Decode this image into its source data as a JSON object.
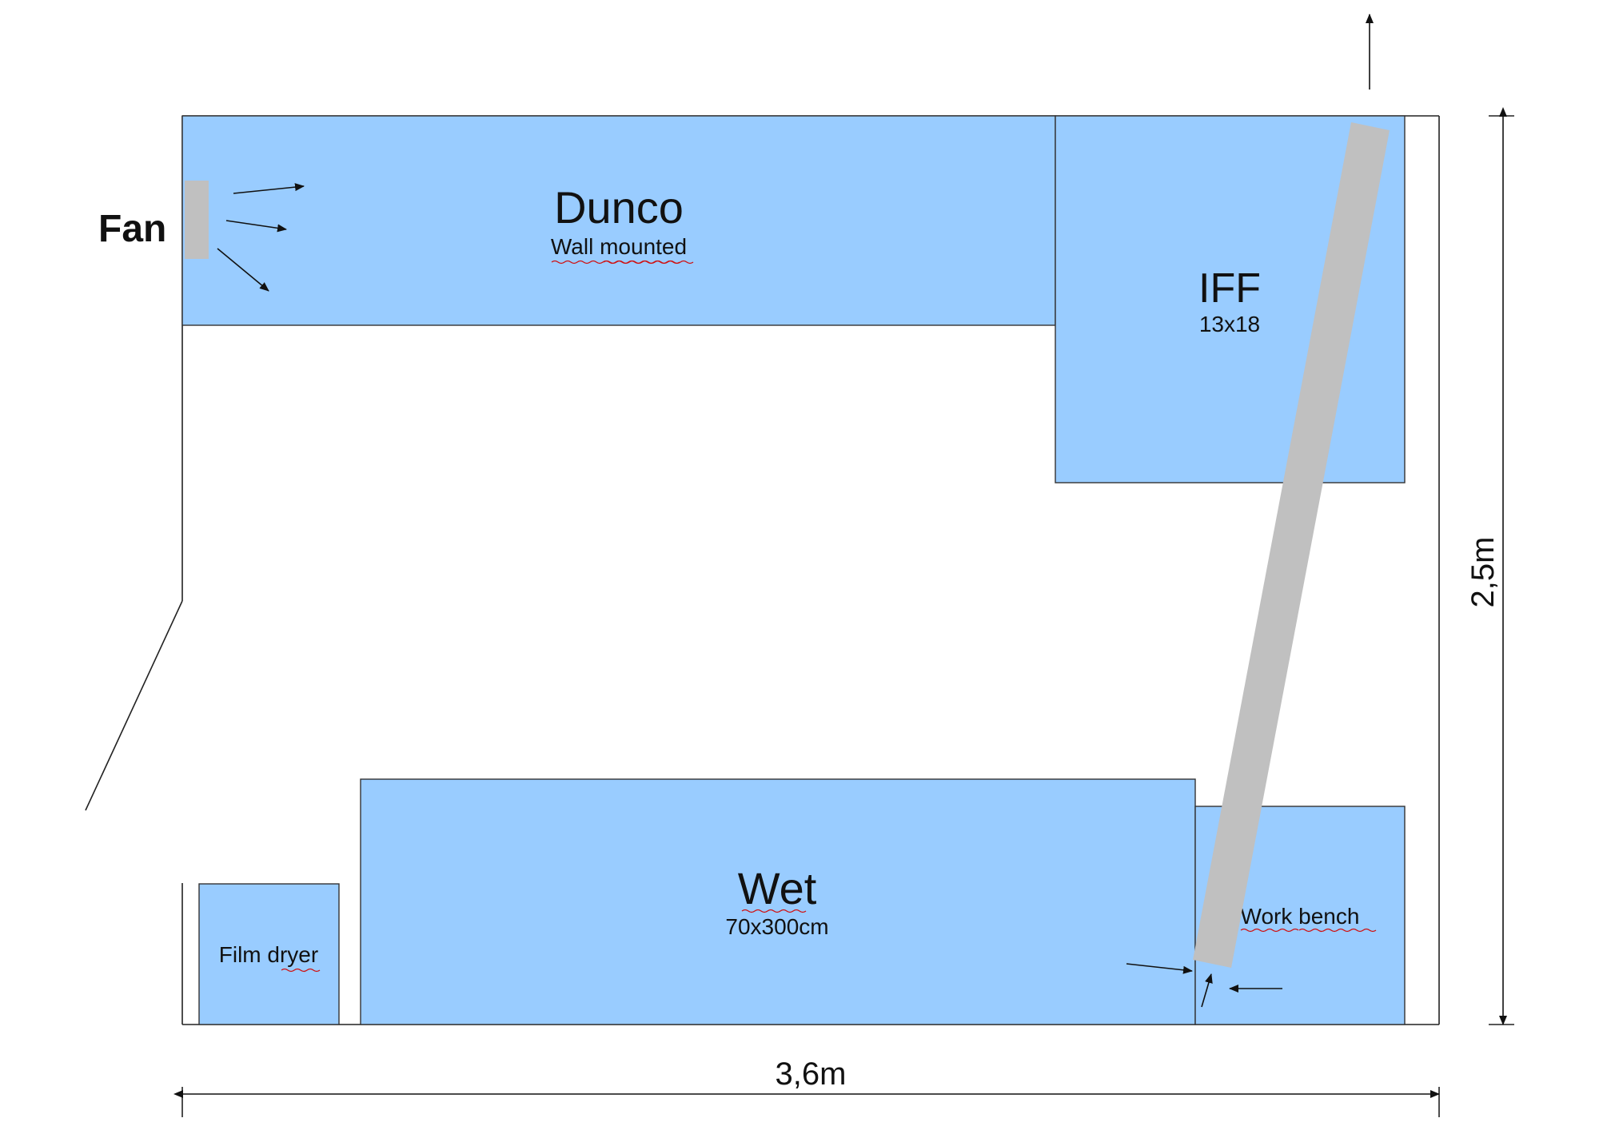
{
  "units": {
    "Dunco": {
      "title": "Dunco",
      "subtitle": "Wall mounted"
    },
    "IFF": {
      "title": "IFF",
      "subtitle": "13x18"
    },
    "Wet": {
      "title": "Wet",
      "subtitle": "70x300cm"
    },
    "Film dryer": {
      "title": "Film dryer"
    },
    "Work bench": {
      "title": "Work bench"
    }
  },
  "fan": {
    "label": "Fan"
  },
  "dimensions": {
    "width": "3,6m",
    "height": "2,5m"
  },
  "colors": {
    "fixture_fill": "#99ccff",
    "duct_fill": "#c0c0c0",
    "line": "#222222"
  }
}
